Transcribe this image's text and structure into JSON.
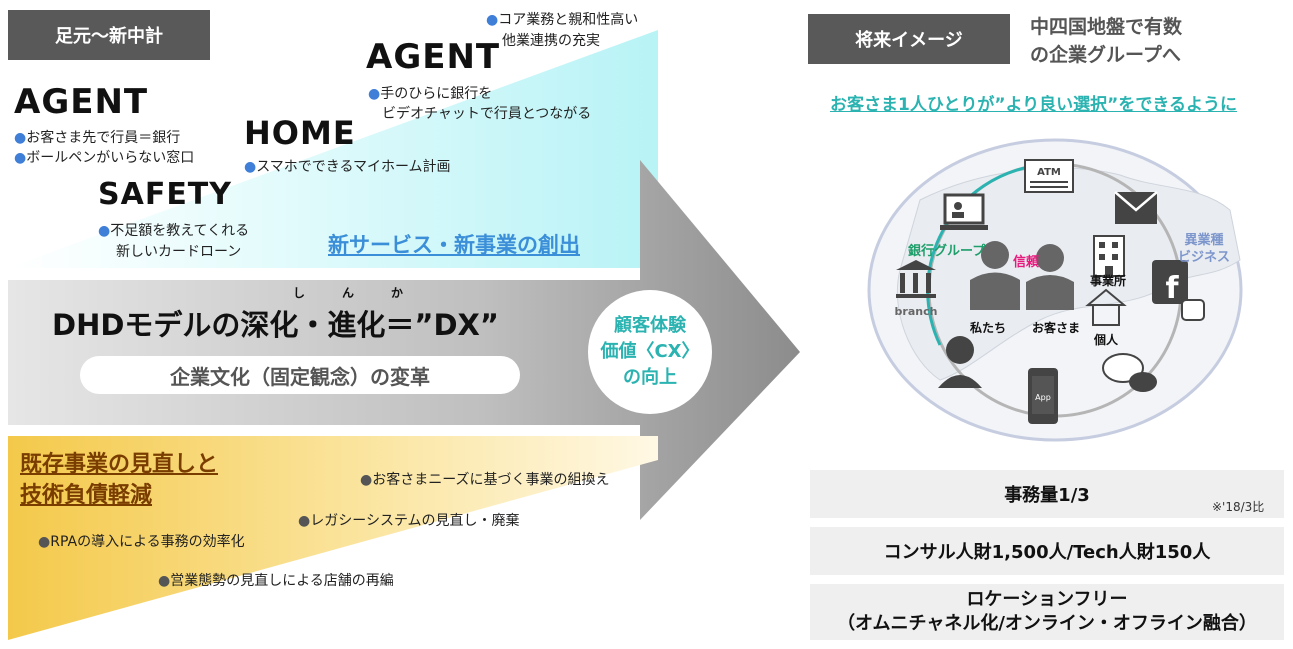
{
  "left": {
    "header": "足元～新中計",
    "agent1": {
      "title": "AGENT",
      "bullets": [
        "お客さま先で行員＝銀行",
        "ボールペンがいらない窓口"
      ]
    },
    "safety": {
      "title": "SAFETY",
      "bullets": [
        "不足額を教えてくれる",
        "新しいカードローン"
      ]
    },
    "home": {
      "title": "HOME",
      "bullets": [
        "スマホでできるマイホーム計画"
      ]
    },
    "agent2": {
      "title": "AGENT",
      "bullets": [
        "手のひらに銀行を",
        "ビデオチャットで行員とつながる"
      ]
    },
    "top_note": [
      "コア業務と親和性高い",
      "他業連携の充実"
    ],
    "new_service": "新サービス・新事業の創出",
    "dx": {
      "ruby": [
        "し",
        "ん",
        "か"
      ],
      "title": "DHDモデルの深化・進化＝”DX”",
      "subtitle": "企業文化（固定観念）の変革"
    },
    "cx": [
      "顧客体験",
      "価値〈CX〉",
      "の向上"
    ],
    "review": {
      "title": [
        "既存事業の見直しと",
        "技術負債軽減"
      ],
      "bullets": [
        "お客さまニーズに基づく事業の組換え",
        "レガシーシステムの見直し・廃棄",
        "RPAの導入による事務の効率化",
        "営業態勢の見直しによる店舗の再編"
      ]
    }
  },
  "right": {
    "header": "将来イメージ",
    "header_note": [
      "中四国地盤で有数",
      "の企業グループへ"
    ],
    "slogan": "お客さま1人ひとりが”より良い選択”をできるように",
    "diagram": {
      "bank_group": "銀行グループ",
      "other_biz": [
        "異業種",
        "ビジネス"
      ],
      "trust": "信頼",
      "us": "私たち",
      "customer": "お客さま",
      "office": "事業所",
      "individual": "個人",
      "branch": "branch",
      "atm": "ATM",
      "app": "App"
    },
    "goals": {
      "workload": "事務量1/3",
      "workload_note": "※'18/3比",
      "talent": "コンサル人財1,500人/Tech人財150人",
      "location": [
        "ロケーションフリー",
        "（オムニチャネル化/オンライン・オフライン融合）"
      ]
    }
  },
  "colors": {
    "cyan": "#c9f6f8",
    "yellow": "#f5cf54",
    "teal": "#2bb3b1",
    "header": "#595959",
    "pink": "#e8197d"
  }
}
